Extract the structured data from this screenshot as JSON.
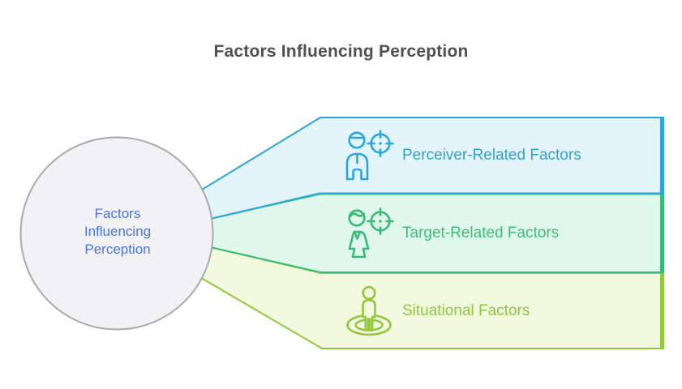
{
  "title": "Factors Influencing Perception",
  "center_node": {
    "label": "Factors Influencing Perception"
  },
  "branches": [
    {
      "label": "Perceiver-Related Factors",
      "icon": "person-target-icon"
    },
    {
      "label": "Target-Related Factors",
      "icon": "person-female-target-icon"
    },
    {
      "label": "Situational Factors",
      "icon": "person-location-icon"
    }
  ],
  "colors": {
    "blue_border": "#29A7DC",
    "blue_fill": "#E4F4FB",
    "blue_text": "#2BA3D8",
    "green_border": "#36BC77",
    "green_fill": "#E0F8EC",
    "green_text": "#3DBD7D",
    "lime_border": "#93C83E",
    "lime_fill": "#F2F9DF",
    "lime_text": "#8EC63F",
    "circle_fill": "#F2F2F4",
    "circle_border": "#A9A9AB",
    "center_text": "#4B74E4",
    "title_text": "#4F4F4F"
  }
}
